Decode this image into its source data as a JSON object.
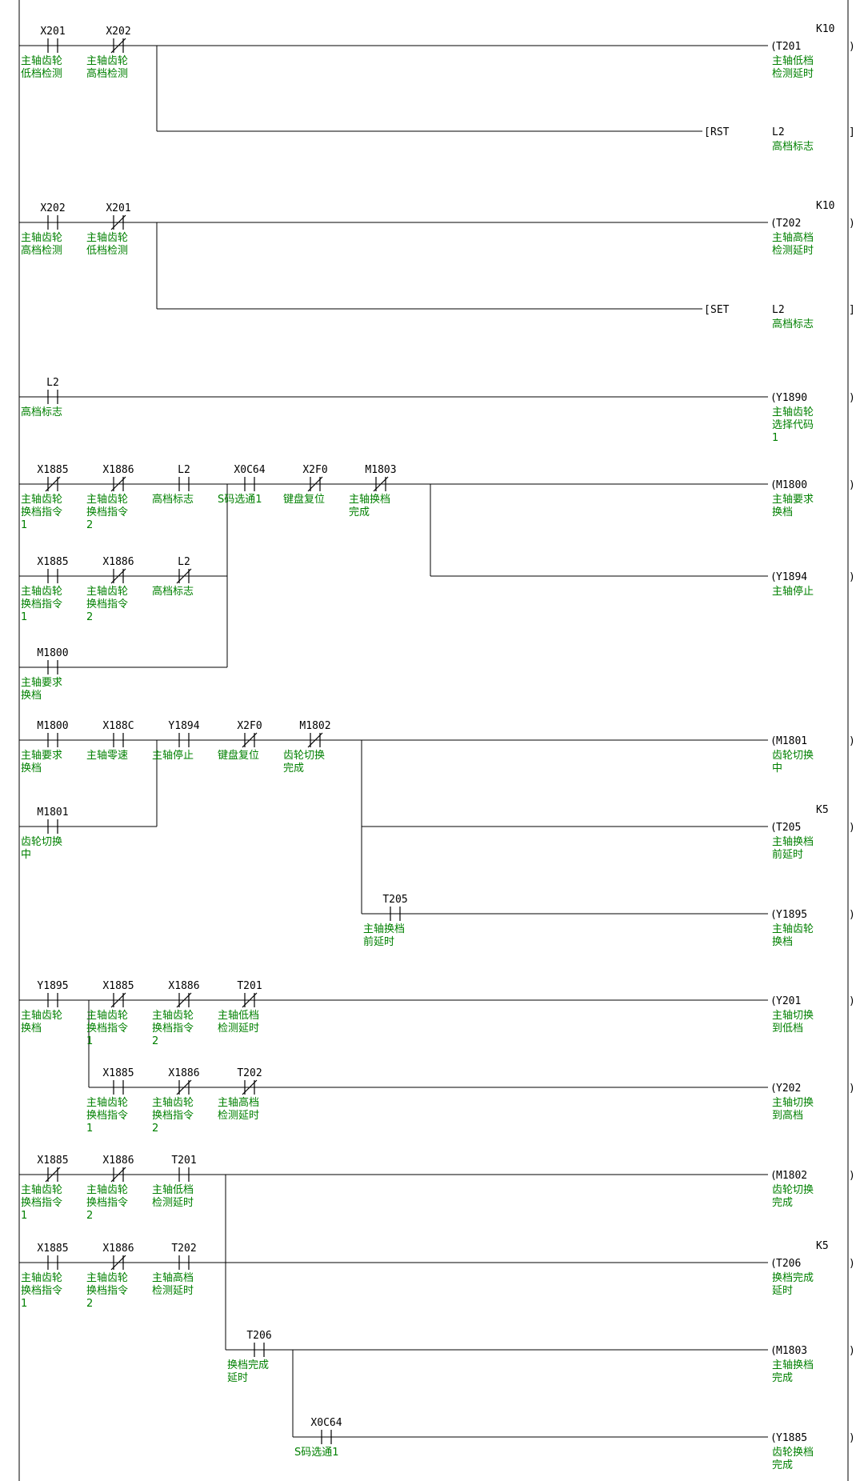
{
  "rungs": [
    {
      "contacts": [
        {
          "addr": "X201",
          "nc": false,
          "comment": [
            "主轴齿轮",
            "低档检测"
          ]
        },
        {
          "addr": "X202",
          "nc": true,
          "comment": [
            "主轴齿轮",
            "高档检测"
          ]
        }
      ],
      "outputs": [
        {
          "kind": "coil",
          "addr": "T201",
          "const": "K10",
          "comment": [
            "主轴低档",
            "检测延时"
          ]
        },
        {
          "kind": "inst",
          "op": "RST",
          "addr": "L2",
          "comment": [
            "高档标志"
          ]
        }
      ]
    },
    {
      "contacts": [
        {
          "addr": "X202",
          "nc": false,
          "comment": [
            "主轴齿轮",
            "高档检测"
          ]
        },
        {
          "addr": "X201",
          "nc": true,
          "comment": [
            "主轴齿轮",
            "低档检测"
          ]
        }
      ],
      "outputs": [
        {
          "kind": "coil",
          "addr": "T202",
          "const": "K10",
          "comment": [
            "主轴高档",
            "检测延时"
          ]
        },
        {
          "kind": "inst",
          "op": "SET",
          "addr": "L2",
          "comment": [
            "高档标志"
          ]
        }
      ]
    },
    {
      "contacts": [
        {
          "addr": "L2",
          "nc": false,
          "comment": [
            "高档标志"
          ]
        }
      ],
      "outputs": [
        {
          "kind": "coil",
          "addr": "Y1890",
          "comment": [
            "主轴齿轮",
            "选择代码",
            "1"
          ]
        }
      ]
    },
    {
      "branch1": [
        {
          "addr": "X1885",
          "nc": true,
          "comment": [
            "主轴齿轮",
            "换档指令",
            "1"
          ]
        },
        {
          "addr": "X1886",
          "nc": true,
          "comment": [
            "主轴齿轮",
            "换档指令",
            "2"
          ]
        },
        {
          "addr": "L2",
          "nc": false,
          "comment": [
            "高档标志"
          ]
        }
      ],
      "series": [
        {
          "addr": "X0C64",
          "nc": false,
          "comment": [
            "S码选通1"
          ]
        },
        {
          "addr": "X2F0",
          "nc": true,
          "comment": [
            "键盘复位"
          ]
        },
        {
          "addr": "M1803",
          "nc": true,
          "comment": [
            "主轴换档",
            "完成"
          ]
        }
      ],
      "branch2": [
        {
          "addr": "X1885",
          "nc": false,
          "comment": [
            "主轴齿轮",
            "换档指令",
            "1"
          ]
        },
        {
          "addr": "X1886",
          "nc": true,
          "comment": [
            "主轴齿轮",
            "换档指令",
            "2"
          ]
        },
        {
          "addr": "L2",
          "nc": true,
          "comment": [
            "高档标志"
          ]
        }
      ],
      "branch3": [
        {
          "addr": "M1800",
          "nc": false,
          "comment": [
            "主轴要求",
            "换档"
          ]
        }
      ],
      "outputs": [
        {
          "kind": "coil",
          "addr": "M1800",
          "comment": [
            "主轴要求",
            "换档"
          ]
        },
        {
          "kind": "coil",
          "addr": "Y1894",
          "comment": [
            "主轴停止"
          ]
        }
      ]
    },
    {
      "contacts": [
        {
          "addr": "M1800",
          "nc": false,
          "comment": [
            "主轴要求",
            "换档"
          ]
        },
        {
          "addr": "X188C",
          "nc": false,
          "comment": [
            "主轴零速"
          ]
        },
        {
          "addr": "Y1894",
          "nc": false,
          "comment": [
            "主轴停止"
          ]
        },
        {
          "addr": "X2F0",
          "nc": true,
          "comment": [
            "键盘复位"
          ]
        },
        {
          "addr": "M1802",
          "nc": true,
          "comment": [
            "齿轮切换",
            "完成"
          ]
        }
      ],
      "branch": [
        {
          "addr": "M1801",
          "nc": false,
          "comment": [
            "齿轮切换",
            "中"
          ]
        }
      ],
      "sub_contact": {
        "addr": "T205",
        "nc": false,
        "comment": [
          "主轴换档",
          "前延时"
        ]
      },
      "outputs": [
        {
          "kind": "coil",
          "addr": "M1801",
          "comment": [
            "齿轮切换",
            "中"
          ]
        },
        {
          "kind": "coil",
          "addr": "T205",
          "const": "K5",
          "comment": [
            "主轴换档",
            "前延时"
          ]
        },
        {
          "kind": "coil",
          "addr": "Y1895",
          "comment": [
            "主轴齿轮",
            "换档"
          ]
        }
      ]
    },
    {
      "first": {
        "addr": "Y1895",
        "nc": false,
        "comment": [
          "主轴齿轮",
          "换档"
        ]
      },
      "line1": [
        {
          "addr": "X1885",
          "nc": true,
          "comment": [
            "主轴齿轮",
            "换档指令",
            "1"
          ]
        },
        {
          "addr": "X1886",
          "nc": true,
          "comment": [
            "主轴齿轮",
            "换档指令",
            "2"
          ]
        },
        {
          "addr": "T201",
          "nc": true,
          "comment": [
            "主轴低档",
            "检测延时"
          ]
        }
      ],
      "line2": [
        {
          "addr": "X1885",
          "nc": false,
          "comment": [
            "主轴齿轮",
            "换档指令",
            "1"
          ]
        },
        {
          "addr": "X1886",
          "nc": true,
          "comment": [
            "主轴齿轮",
            "换档指令",
            "2"
          ]
        },
        {
          "addr": "T202",
          "nc": true,
          "comment": [
            "主轴高档",
            "检测延时"
          ]
        }
      ],
      "outputs": [
        {
          "kind": "coil",
          "addr": "Y201",
          "comment": [
            "主轴切换",
            "到低档"
          ]
        },
        {
          "kind": "coil",
          "addr": "Y202",
          "comment": [
            "主轴切换",
            "到高档"
          ]
        }
      ]
    },
    {
      "line1": [
        {
          "addr": "X1885",
          "nc": true,
          "comment": [
            "主轴齿轮",
            "换档指令",
            "1"
          ]
        },
        {
          "addr": "X1886",
          "nc": true,
          "comment": [
            "主轴齿轮",
            "换档指令",
            "2"
          ]
        },
        {
          "addr": "T201",
          "nc": false,
          "comment": [
            "主轴低档",
            "检测延时"
          ]
        }
      ],
      "line2": [
        {
          "addr": "X1885",
          "nc": false,
          "comment": [
            "主轴齿轮",
            "换档指令",
            "1"
          ]
        },
        {
          "addr": "X1886",
          "nc": true,
          "comment": [
            "主轴齿轮",
            "换档指令",
            "2"
          ]
        },
        {
          "addr": "T202",
          "nc": false,
          "comment": [
            "主轴高档",
            "检测延时"
          ]
        }
      ],
      "t206": {
        "addr": "T206",
        "nc": false,
        "comment": [
          "换档完成",
          "延时"
        ]
      },
      "x0c64": {
        "addr": "X0C64",
        "nc": false,
        "comment": [
          "S码选通1"
        ]
      },
      "outputs": [
        {
          "kind": "coil",
          "addr": "M1802",
          "comment": [
            "齿轮切换",
            "完成"
          ]
        },
        {
          "kind": "coil",
          "addr": "T206",
          "const": "K5",
          "comment": [
            "换档完成",
            "延时"
          ]
        },
        {
          "kind": "coil",
          "addr": "M1803",
          "comment": [
            "主轴换档",
            "完成"
          ]
        },
        {
          "kind": "coil",
          "addr": "Y1885",
          "comment": [
            "齿轮换档",
            "完成"
          ]
        }
      ]
    }
  ]
}
